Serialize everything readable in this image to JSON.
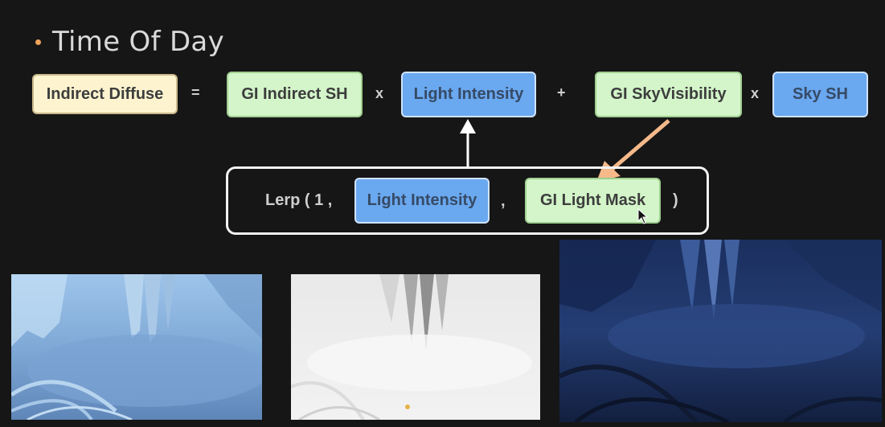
{
  "header": {
    "title": "Time Of Day"
  },
  "equation": {
    "result": "Indirect Diffuse",
    "equals": "=",
    "term1": "GI Indirect SH",
    "op1": "x",
    "term2": "Light Intensity",
    "op2": "+",
    "term3": "GI SkyVisibility",
    "op3": "x",
    "term4": "Sky SH"
  },
  "lerp": {
    "prefix": "Lerp ( 1 ,",
    "arg1": "Light Intensity",
    "comma": ",",
    "arg2": "GI Light Mask",
    "close": ")"
  },
  "colors": {
    "cream": "#fdf4cf",
    "green": "#d3f5c9",
    "blue": "#6aa8ef",
    "arrow_white": "#ffffff",
    "arrow_orange": "#f5b98a",
    "bullet": "#f0a35a"
  },
  "images": [
    {
      "name": "blue-lit-cave-render",
      "tone": "light-blue"
    },
    {
      "name": "grayscale-light-mask-render",
      "tone": "gray"
    },
    {
      "name": "dark-blue-cave-render",
      "tone": "dark-blue"
    }
  ]
}
